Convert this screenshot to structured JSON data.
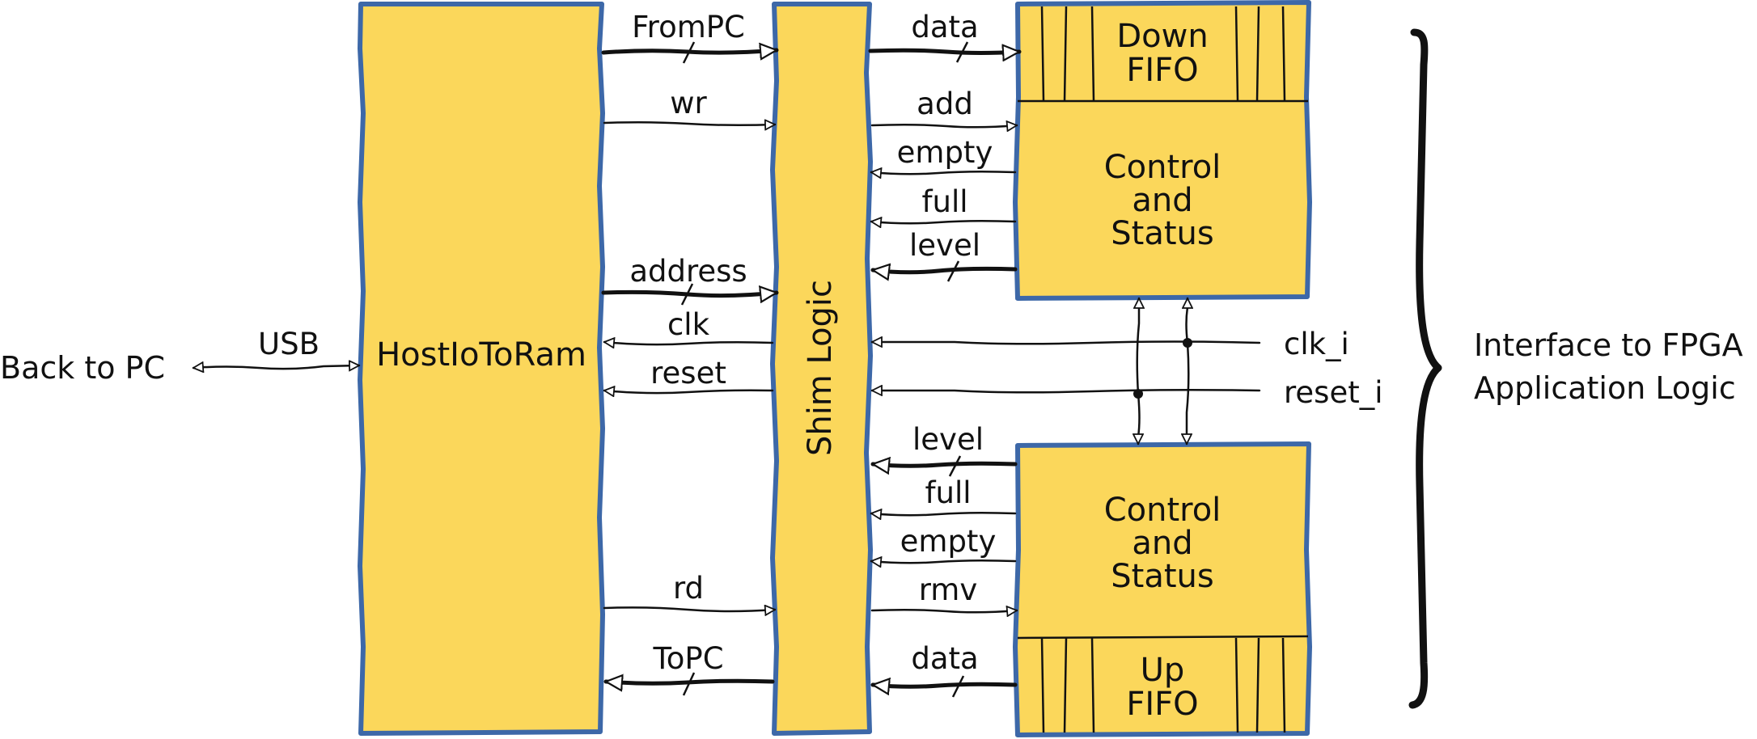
{
  "blocks": {
    "host_io_to_ram": "HostIoToRam",
    "shim_logic": "Shim Logic",
    "down_fifo": [
      "Down",
      "FIFO"
    ],
    "up_fifo": [
      "Up",
      "FIFO"
    ],
    "control_status_top": [
      "Control",
      "and",
      "Status"
    ],
    "control_status_bottom": [
      "Control",
      "and",
      "Status"
    ]
  },
  "external": {
    "back_to_pc": "Back to PC",
    "usb": "USB",
    "clk_i": "clk_i",
    "reset_i": "reset_i",
    "interface": [
      "Interface to FPGA",
      "Application Logic"
    ]
  },
  "signals": {
    "host_shim": [
      "FromPC",
      "wr",
      "address",
      "clk",
      "reset",
      "rd",
      "ToPC"
    ],
    "shim_top": [
      "data",
      "add",
      "empty",
      "full",
      "level"
    ],
    "shim_bottom": [
      "level",
      "full",
      "empty",
      "rmv",
      "data"
    ]
  },
  "colors": {
    "block_fill": "#fbd75b",
    "block_border": "#3d68a8",
    "line": "#111111"
  }
}
